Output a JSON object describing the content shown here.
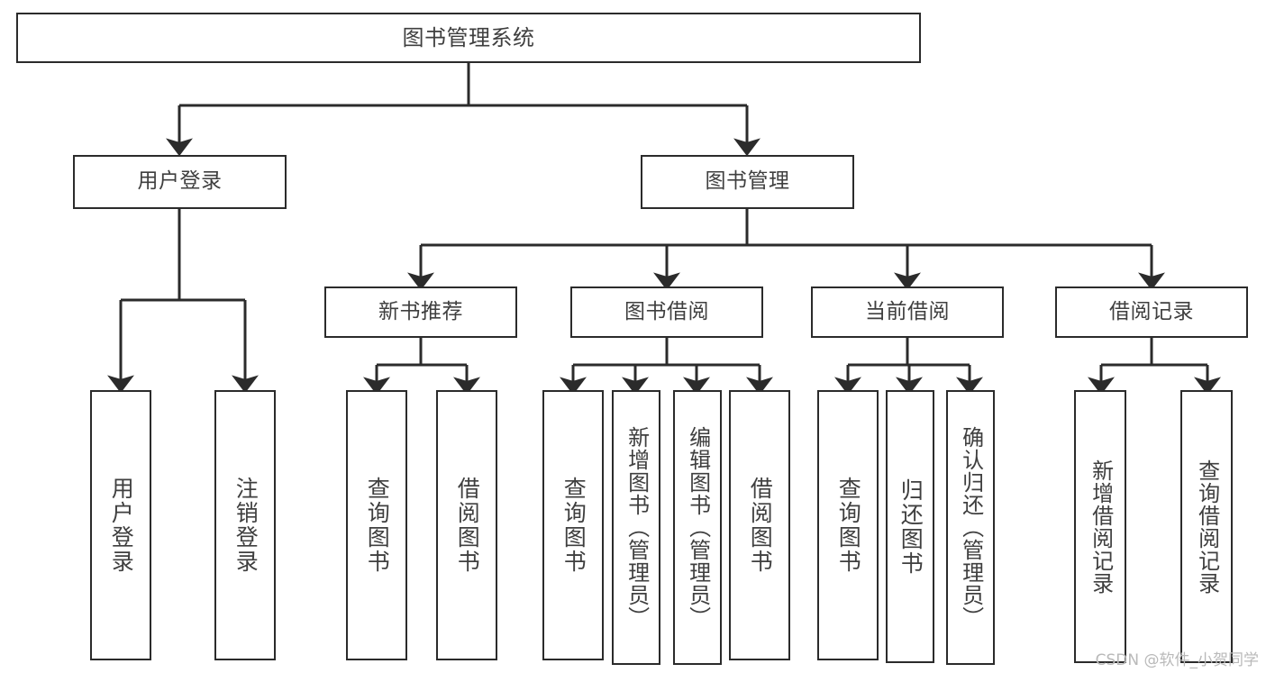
{
  "diagram": {
    "title": "图书管理系统",
    "type": "tree",
    "watermark": "CSDN @软件_小贺同学",
    "colors": {
      "background": "#ffffff",
      "box_border": "#2b2b2b",
      "box_fill": "#ffffff",
      "text": "#3f3f3f",
      "edge": "#2b2b2b",
      "watermark": "#b9b9b9"
    },
    "nodes": {
      "root": {
        "label": "图书管理系统"
      },
      "level2": [
        {
          "id": "user-login",
          "label": "用户登录"
        },
        {
          "id": "book-management",
          "label": "图书管理"
        }
      ],
      "level3": [
        {
          "id": "new-book-recommend",
          "label": "新书推荐"
        },
        {
          "id": "book-borrow",
          "label": "图书借阅"
        },
        {
          "id": "current-borrow",
          "label": "当前借阅"
        },
        {
          "id": "borrow-record",
          "label": "借阅记录"
        }
      ],
      "leaves": {
        "user_login": [
          {
            "id": "leaf-user-login",
            "label": "用户登录"
          },
          {
            "id": "leaf-logout",
            "label": "注销登录"
          }
        ],
        "new_book_recommend": [
          {
            "id": "leaf-query-book-1",
            "label": "查询图书"
          },
          {
            "id": "leaf-borrow-book-1",
            "label": "借阅图书"
          }
        ],
        "book_borrow": [
          {
            "id": "leaf-query-book-2",
            "label": "查询图书"
          },
          {
            "id": "leaf-add-book",
            "label": "新增图书（管理员）"
          },
          {
            "id": "leaf-edit-book",
            "label": "编辑图书（管理员）"
          },
          {
            "id": "leaf-borrow-book-2",
            "label": "借阅图书"
          }
        ],
        "current_borrow": [
          {
            "id": "leaf-query-book-3",
            "label": "查询图书"
          },
          {
            "id": "leaf-return-book",
            "label": "归还图书"
          },
          {
            "id": "leaf-confirm-return",
            "label": "确认归还（管理员）"
          }
        ],
        "borrow_record": [
          {
            "id": "leaf-add-record",
            "label": "新增借阅记录"
          },
          {
            "id": "leaf-query-record",
            "label": "查询借阅记录"
          }
        ]
      }
    }
  }
}
